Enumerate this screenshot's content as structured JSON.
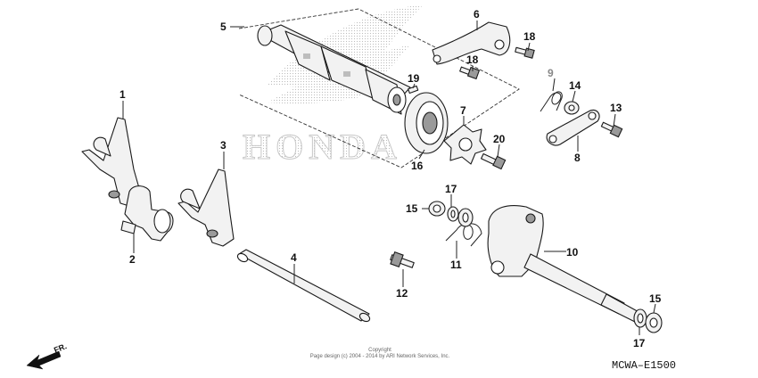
{
  "watermark": {
    "brand": "HONDA"
  },
  "callouts": [
    {
      "id": "c1",
      "label": "1"
    },
    {
      "id": "c2",
      "label": "2"
    },
    {
      "id": "c3",
      "label": "3"
    },
    {
      "id": "c4",
      "label": "4"
    },
    {
      "id": "c5",
      "label": "5"
    },
    {
      "id": "c6",
      "label": "6"
    },
    {
      "id": "c7",
      "label": "7"
    },
    {
      "id": "c8",
      "label": "8"
    },
    {
      "id": "c9",
      "label": "9"
    },
    {
      "id": "c10",
      "label": "10"
    },
    {
      "id": "c11",
      "label": "11"
    },
    {
      "id": "c12",
      "label": "12"
    },
    {
      "id": "c13",
      "label": "13"
    },
    {
      "id": "c14",
      "label": "14"
    },
    {
      "id": "c15a",
      "label": "15"
    },
    {
      "id": "c15b",
      "label": "15"
    },
    {
      "id": "c16",
      "label": "16"
    },
    {
      "id": "c17a",
      "label": "17"
    },
    {
      "id": "c17b",
      "label": "17"
    },
    {
      "id": "c18a",
      "label": "18"
    },
    {
      "id": "c18b",
      "label": "18"
    },
    {
      "id": "c19",
      "label": "19"
    },
    {
      "id": "c20",
      "label": "20"
    }
  ],
  "direction_indicator": {
    "label": "FR."
  },
  "copyright": {
    "line1": "Copyright",
    "line2": "Page design (c) 2004 - 2014 by ARI Network Services, Inc."
  },
  "diagram_code": "MCWA–E1500"
}
